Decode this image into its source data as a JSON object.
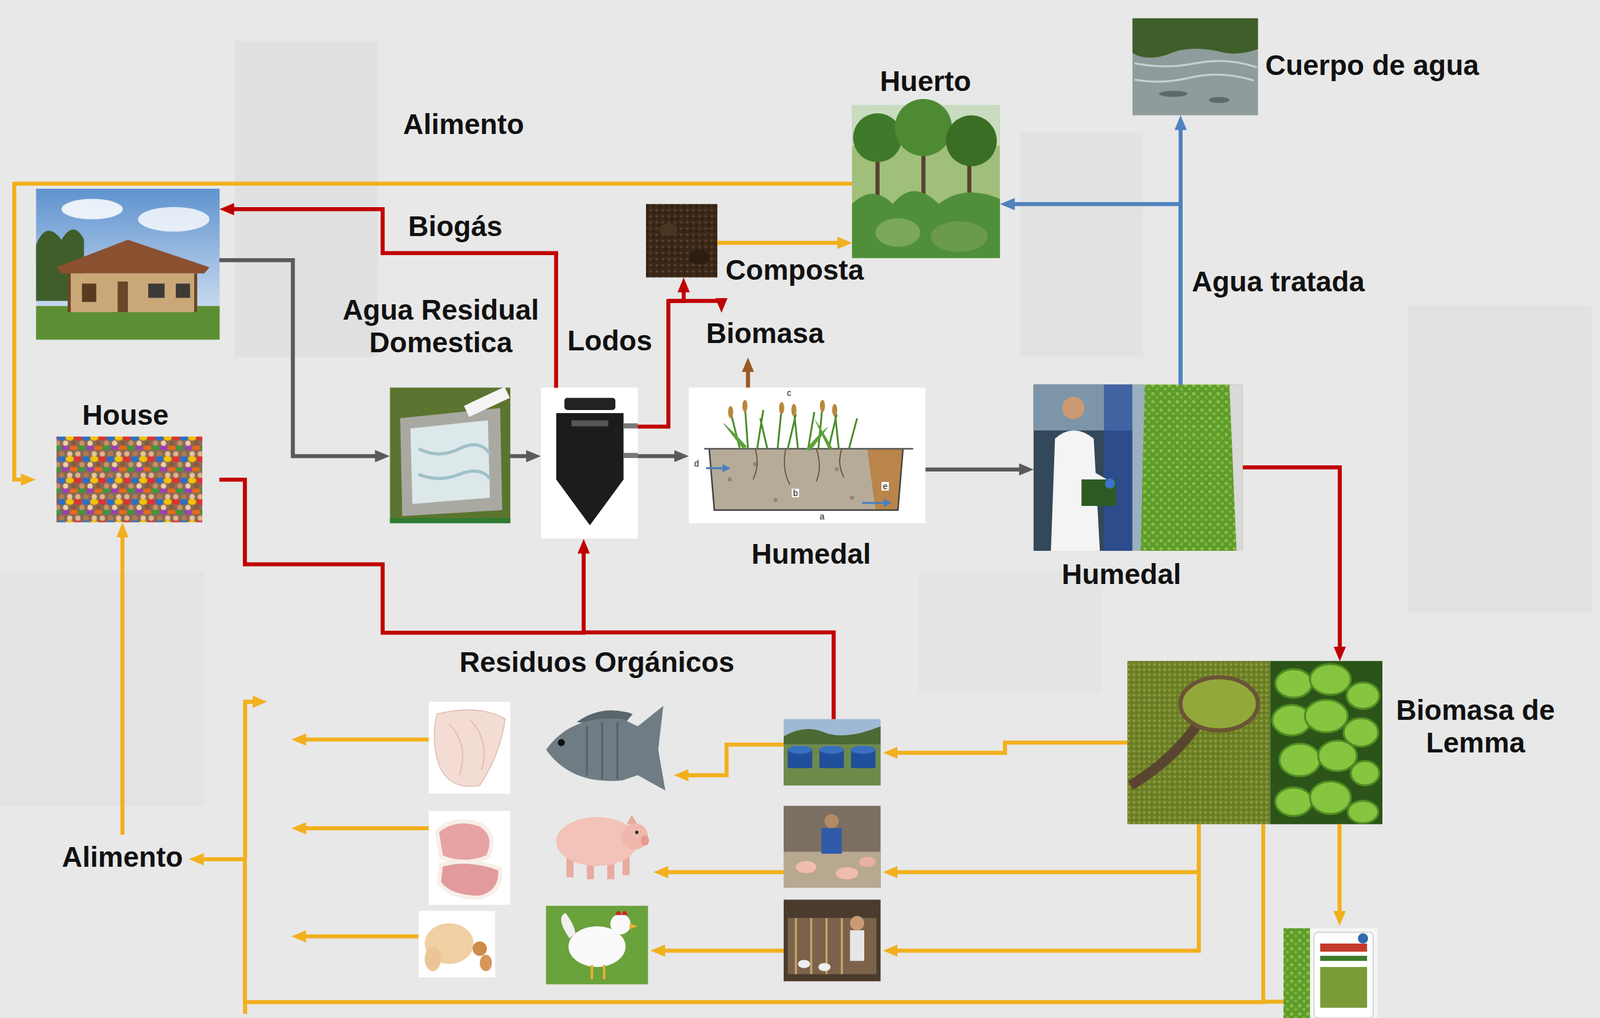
{
  "diagram": {
    "nodes": [
      {
        "text": [
          "Cuerpo de agua"
        ]
      },
      {
        "text": [
          "Huerto"
        ]
      },
      {
        "text": [
          "House"
        ]
      },
      {
        "text": [
          "Composta"
        ]
      },
      {
        "text": [
          "Agua Residual Domestica"
        ]
      },
      {
        "text": []
      },
      {
        "text": [
          "Humedal"
        ]
      },
      {
        "text": [
          "Humedal"
        ]
      },
      {
        "text": [
          "Biomasa de Lemma"
        ]
      },
      {
        "text": [
          "Alimento"
        ]
      }
    ],
    "edges": [
      {
        "from": 2,
        "to": 4,
        "arrow": "to"
      },
      {
        "from": 4,
        "to": 5,
        "arrow": "to"
      },
      {
        "from": 5,
        "to": 6,
        "arrow": "to"
      },
      {
        "from": 6,
        "to": 7,
        "arrow": "to"
      },
      {
        "from": 7,
        "to": 1,
        "arrow": "to"
      },
      {
        "from": 7,
        "to": 0,
        "label": "Agua tratada",
        "arrow": "to"
      },
      {
        "from": 5,
        "to": 2,
        "label": "Biogás",
        "arrow": "to"
      },
      {
        "from": 5,
        "to": 3,
        "label": "Lodos",
        "arrow": "to"
      },
      {
        "from": 3,
        "to": 1,
        "arrow": "to"
      },
      {
        "from": 1,
        "to": 2,
        "label": "Alimento",
        "arrow": "to"
      },
      {
        "from": 2,
        "to": 5,
        "label": "Residuos Orgánicos",
        "arrow": "to"
      },
      {
        "from": 7,
        "to": 8,
        "arrow": "to"
      },
      {
        "from": 8,
        "to": 9,
        "arrow": "to"
      },
      {
        "from": 9,
        "to": 2,
        "arrow": "to"
      }
    ],
    "labels": [
      "Biomasa",
      "c",
      "d",
      "b",
      "a",
      "e"
    ]
  }
}
